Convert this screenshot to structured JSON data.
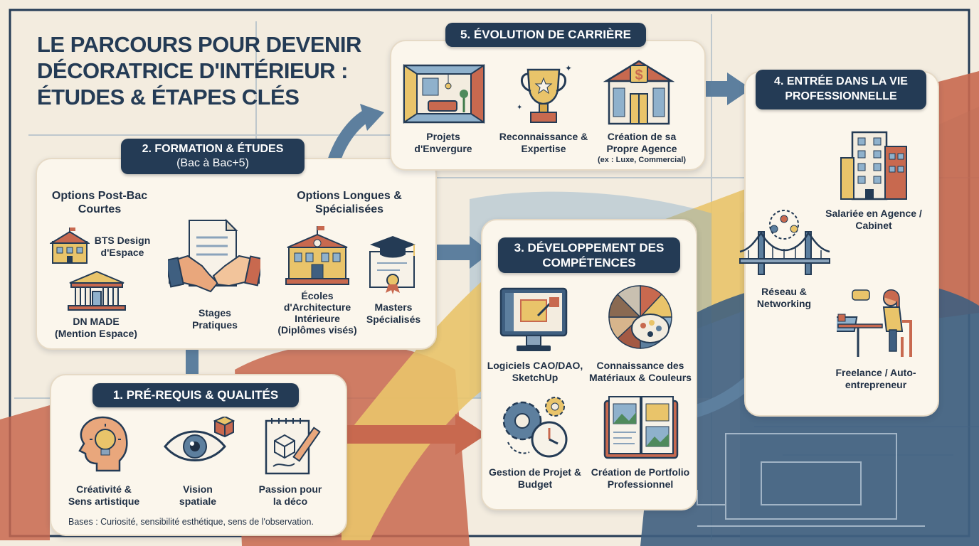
{
  "title": {
    "line1": "LE PARCOURS POUR DEVENIR",
    "line2": "DÉCORATRICE D'INTÉRIEUR :",
    "line3": "ÉTUDES & ÉTAPES CLÉS"
  },
  "step1": {
    "heading": "1. PRÉ-REQUIS & QUALITÉS",
    "items": [
      {
        "label": "Créativité & Sens artistique",
        "icon": "brain-lightbulb-icon"
      },
      {
        "label": "Vision spatiale",
        "icon": "eye-cube-icon"
      },
      {
        "label": "Passion pour la déco",
        "icon": "sketchbook-pencil-icon"
      }
    ],
    "note": "Bases : Curiosité, sensibilité esthétique, sens de l'observation."
  },
  "step2": {
    "heading_line1": "2. FORMATION & ÉTUDES",
    "heading_line2": "(Bac à Bac+5)",
    "short_options_title": "Options Post-Bac Courtes",
    "long_options_title": "Options Longues & Spécialisées",
    "bts": "BTS Design d'Espace",
    "dnmade_line1": "DN MADE",
    "dnmade_line2": "(Mention Espace)",
    "stages": "Stages Pratiques",
    "ecoles_line1": "Écoles",
    "ecoles_line2": "d'Architecture",
    "ecoles_line3": "Intérieure",
    "ecoles_line4": "(Diplômes visés)",
    "masters": "Masters Spécialisés"
  },
  "step3": {
    "heading_line1": "3. DÉVELOPPEMENT DES",
    "heading_line2": "COMPÉTENCES",
    "items": [
      {
        "label": "Logiciels CAO/DAO, SketchUp",
        "icon": "computer-screen-icon"
      },
      {
        "label": "Connaissance des Matériaux & Couleurs",
        "icon": "color-swatch-icon"
      },
      {
        "label": "Gestion de Projet & Budget",
        "icon": "gears-clock-icon"
      },
      {
        "label": "Création de Portfolio Professionnel",
        "icon": "portfolio-icon"
      }
    ]
  },
  "step4": {
    "heading_line1": "4. ENTRÉE DANS LA VIE",
    "heading_line2": "PROFESSIONNELLE",
    "network": "Réseau & Networking",
    "salariee": "Salariée en Agence / Cabinet",
    "freelance": "Freelance / Auto-entrepreneur"
  },
  "step5": {
    "heading": "5. ÉVOLUTION DE CARRIÈRE",
    "projets": "Projets d'Envergure",
    "reconnaissance": "Reconnaissance & Expertise",
    "agence_line1": "Création de sa",
    "agence_line2": "Propre Agence",
    "agence_note": "(ex : Luxe, Commercial)"
  },
  "colors": {
    "navy": "#243b55",
    "terracotta": "#c8694f",
    "slate_blue": "#5d7f9e",
    "mustard": "#e9c46a",
    "cream": "#fbf6ec"
  }
}
